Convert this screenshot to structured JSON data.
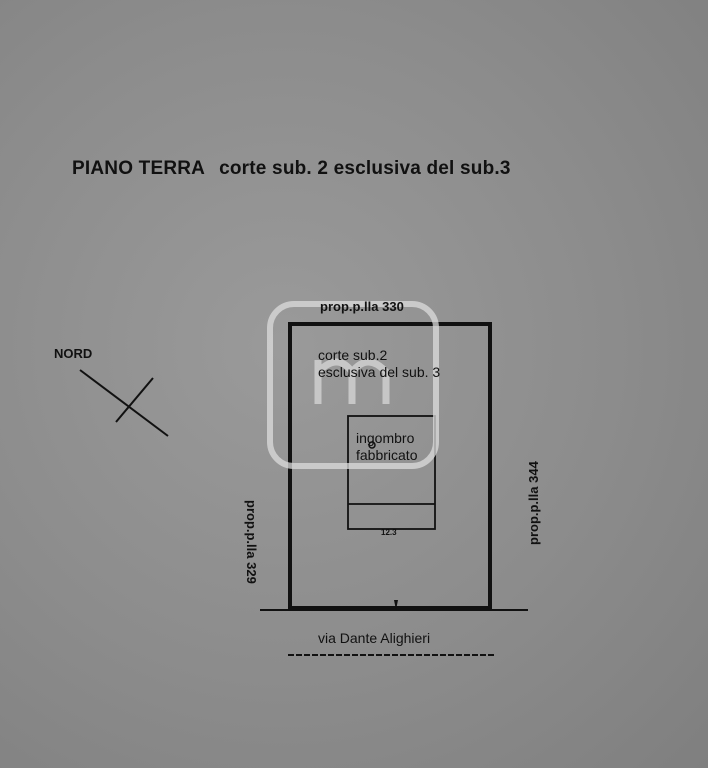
{
  "title": {
    "part1": "PIANO TERRA",
    "part2": "corte sub. 2 esclusiva del sub.3"
  },
  "plan": {
    "top_label": "prop.p.lla 330",
    "left_label": "prop.p.lla 329",
    "right_label": "prop.p.lla 344",
    "court_label_line1": "corte sub.2",
    "court_label_line2": "esclusiva del sub. 3",
    "building_label_line1": "ingombro",
    "building_label_line2": "fabbricato",
    "building_dimension": "12.3",
    "street_label": "via Dante Alighieri"
  },
  "compass": {
    "label": "NORD"
  },
  "colors": {
    "ink": "#111111",
    "paper": "#8e8e8e",
    "watermark": "#d8d8d8"
  }
}
